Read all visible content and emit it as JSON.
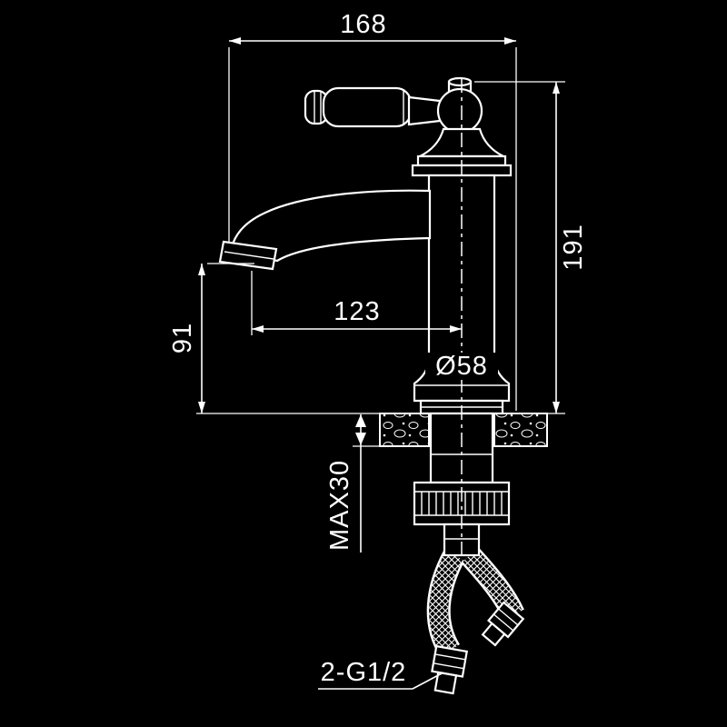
{
  "colors": {
    "background": "#000000",
    "line": "#ffffff"
  },
  "drawing": {
    "subject": "basin-faucet-side-elevation",
    "dimensions": {
      "overall_width": "168",
      "overall_height": "191",
      "spout_reach": "123",
      "spout_height": "91",
      "base_diameter": "Ø58",
      "max_deck_thickness": "MAX30",
      "supply_connection": "2-G1/2"
    }
  }
}
